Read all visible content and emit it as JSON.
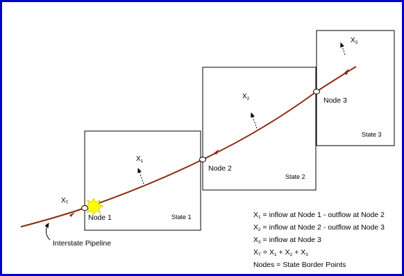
{
  "diagram": {
    "colors": {
      "frame_border": "#0000cc",
      "pipeline": "#8b2a0e",
      "burst": "#ffff00"
    },
    "states": [
      {
        "label": "State 1"
      },
      {
        "label": "State 2"
      },
      {
        "label": "State 3"
      }
    ],
    "nodes": [
      {
        "label": "Node 1"
      },
      {
        "label": "Node 2"
      },
      {
        "label": "Node 3"
      }
    ],
    "flows": [
      {
        "base": "X",
        "sub": "1"
      },
      {
        "base": "X",
        "sub": "2"
      },
      {
        "base": "X",
        "sub": "3"
      }
    ],
    "total_flow": {
      "base": "X",
      "sub": "T"
    },
    "pipeline_label": "Interstate Pipeline",
    "legend": {
      "line1": {
        "x": "X",
        "sub": "1",
        "rest": " = inflow at Node 1 - outflow at Node 2"
      },
      "line2": {
        "x": "X",
        "sub": "2",
        "rest": " = inflow at Node 2 - outflow at Node 3"
      },
      "line3": {
        "x": "X",
        "sub": "3",
        "rest": " = inflow at Node 3"
      },
      "line4": {
        "xt": "X",
        "xt_sub": "T",
        "eq": " = ",
        "x1": "X",
        "s1": "1",
        "p1": " + ",
        "x2": "X",
        "s2": "2",
        "p2": " + ",
        "x3": "X",
        "s3": "3"
      },
      "line5": "Nodes = State Border Points"
    }
  }
}
